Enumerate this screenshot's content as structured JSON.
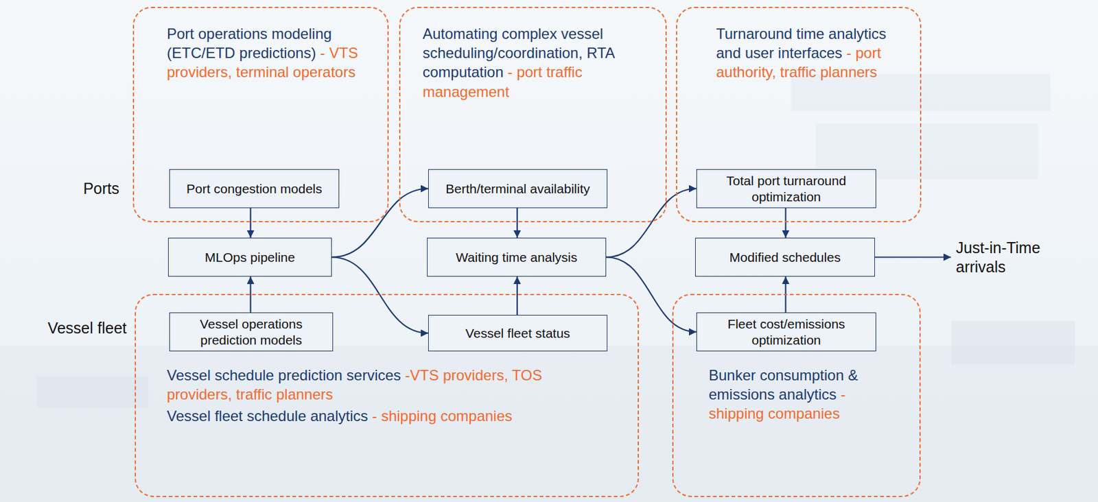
{
  "diagram": {
    "nodes": [
      {
        "text": [
          "Port operations modeling (ETC/ETD predictions)",
          "- VTS providers, terminal operators"
        ]
      },
      {
        "text": [
          "Port congestion models"
        ],
        "in": 0
      },
      {
        "text": [
          "Automating complex vessel scheduling/coordination, RTA computation",
          "- port traffic management"
        ]
      },
      {
        "text": [
          "Berth/terminal availability"
        ],
        "in": 2
      },
      {
        "text": [
          "Turnaround time analytics and user interfaces",
          "- port authority, traffic planners"
        ]
      },
      {
        "text": [
          "Total port turnaround optimization"
        ],
        "in": 4
      },
      {
        "text": [
          "MLOps pipeline"
        ]
      },
      {
        "text": [
          "Waiting time analysis"
        ]
      },
      {
        "text": [
          "Modified schedules"
        ]
      },
      {
        "text": [
          "Vessel schedule prediction services",
          "-VTS providers, TOS providers, traffic planners",
          "Vessel fleet schedule analytics",
          "- shipping companies"
        ]
      },
      {
        "text": [
          "Vessel operations prediction models"
        ],
        "in": 9
      },
      {
        "text": [
          "Vessel fleet status"
        ],
        "in": 9
      },
      {
        "text": [
          "Bunker consumption & emissions analytics",
          "- shipping companies"
        ]
      },
      {
        "text": [
          "Fleet cost/emissions optimization"
        ],
        "in": 12
      }
    ],
    "edges": [
      {
        "from": 1,
        "to": 6,
        "arrow": "to"
      },
      {
        "from": 10,
        "to": 6,
        "arrow": "to"
      },
      {
        "from": 6,
        "to": 3,
        "arrow": "to"
      },
      {
        "from": 6,
        "to": 11,
        "arrow": "to"
      },
      {
        "from": 3,
        "to": 7,
        "arrow": "to"
      },
      {
        "from": 11,
        "to": 7,
        "arrow": "to"
      },
      {
        "from": 7,
        "to": 5,
        "arrow": "to"
      },
      {
        "from": 7,
        "to": 13,
        "arrow": "to"
      },
      {
        "from": 5,
        "to": 8,
        "arrow": "to"
      },
      {
        "from": 13,
        "to": 8,
        "arrow": "to"
      }
    ],
    "labels": [
      "Ports",
      "Vessel fleet",
      "Just-in-Time arrivals"
    ]
  }
}
